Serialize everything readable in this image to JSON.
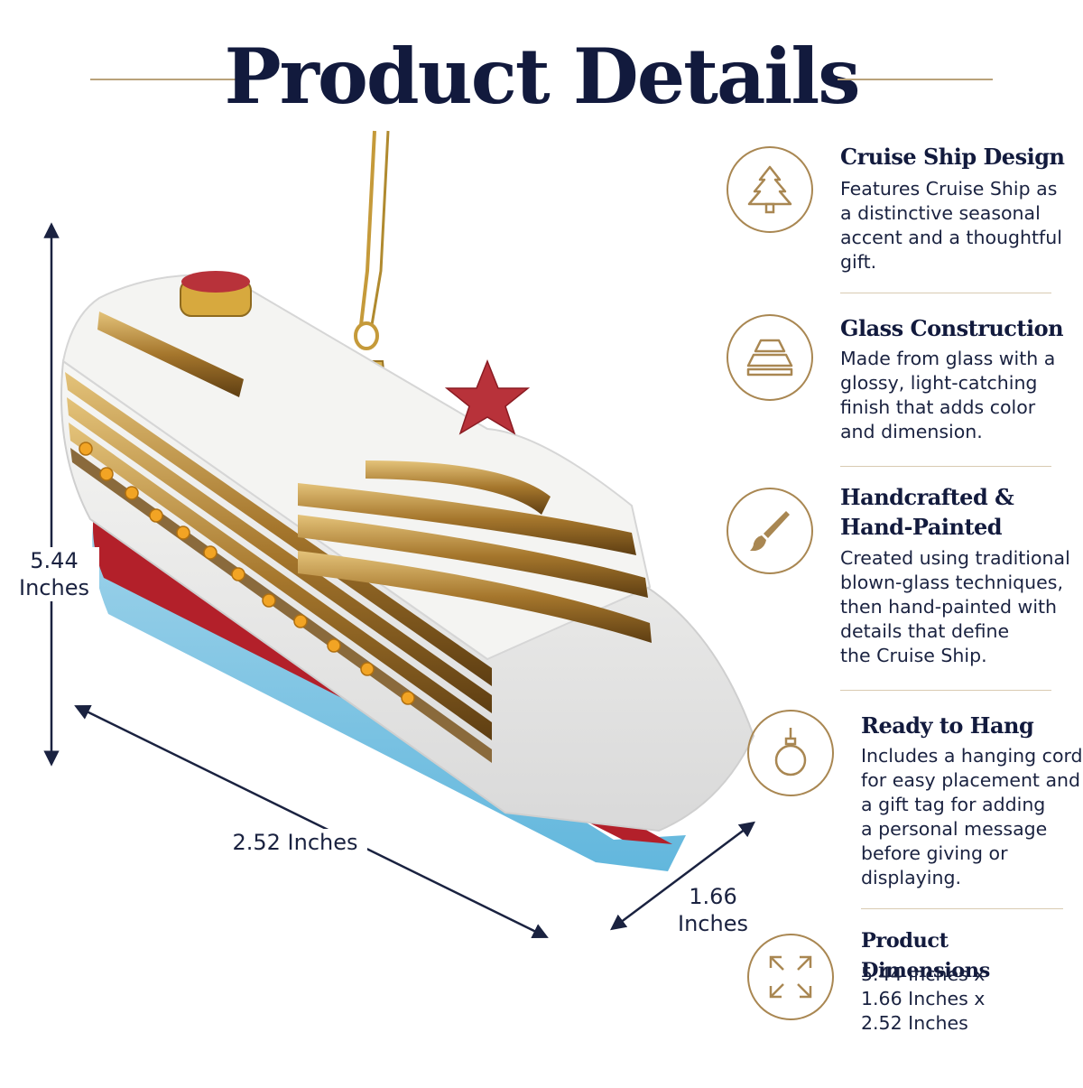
{
  "title": "Product Details",
  "dimension_labels": {
    "height": "5.44\nInches",
    "length": "2.52 Inches",
    "width": "1.66\nInches"
  },
  "colors": {
    "navy": "#121a3d",
    "gold": "#a98752",
    "divider": "#d9cbb2"
  },
  "features": [
    {
      "icon": "christmas-tree-icon",
      "title": "Cruise Ship Design",
      "description": "Features Cruise Ship as\na distinctive seasonal\naccent and a thoughtful\ngift."
    },
    {
      "icon": "glass-layers-icon",
      "title": "Glass Construction",
      "description": "Made from glass with a\nglossy, light-catching\nfinish that adds color\nand dimension."
    },
    {
      "icon": "paintbrush-icon",
      "title": "Handcrafted &\nHand-Painted",
      "description": "Created using traditional\nblown-glass techniques,\nthen hand-painted with\ndetails that define\nthe Cruise Ship."
    },
    {
      "icon": "ornament-icon",
      "title": "Ready to Hang",
      "description": "Includes a hanging cord\nfor easy placement and\na gift tag for adding\na personal message\nbefore giving or\ndisplaying."
    },
    {
      "icon": "expand-arrows-icon",
      "title": "Product Dimensions",
      "description": "5.44 Inches x\n1.66 Inches x\n2.52 Inches"
    }
  ]
}
